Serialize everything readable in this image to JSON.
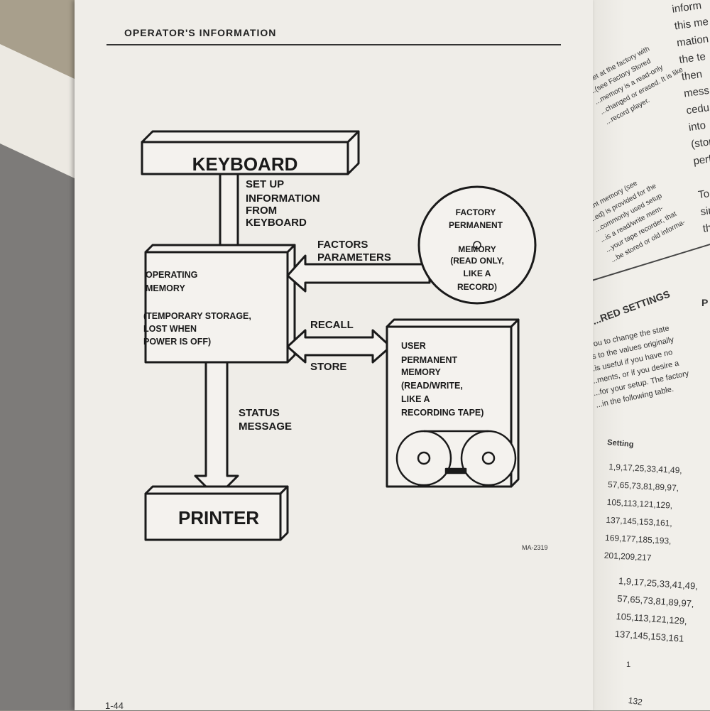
{
  "page_left": {
    "header": "OPERATOR'S INFORMATION",
    "page_number": "1-44",
    "figure_id": "MA-2319"
  },
  "diagram": {
    "keyboard": "KEYBOARD",
    "setup_label": [
      "SET UP",
      "INFORMATION",
      "FROM",
      "KEYBOARD"
    ],
    "operating_memory": [
      "OPERATING",
      "MEMORY",
      "",
      "(TEMPORARY STORAGE,",
      "LOST WHEN",
      "POWER IS OFF)"
    ],
    "factors_label": [
      "FACTORS",
      "PARAMETERS"
    ],
    "factory_memory": [
      "FACTORY",
      "PERMANENT",
      "MEMORY",
      "(READ ONLY,",
      "LIKE A",
      "RECORD)"
    ],
    "recall": "RECALL",
    "store": "STORE",
    "user_memory": [
      "USER",
      "PERMANENT",
      "MEMORY",
      "(READ/WRITE,",
      "LIKE A",
      "RECORDING TAPE)"
    ],
    "status_label": [
      "STATUS",
      "MESSAGE"
    ],
    "printer": "PRINTER"
  },
  "page_right": {
    "col1_top": [
      "...set at the factory with",
      "...(see Factory Stored",
      "...memory is a read-only",
      "...changed or erased. It is like",
      "...record player."
    ],
    "col1_mid": [
      "...ent memory (see",
      "...ed) is provided for the",
      "...commonly used setup",
      "...is a read/write mem-",
      "...your tape recorder, that",
      "...be stored or old informa-"
    ],
    "col2": [
      "inform",
      "this me",
      "mation",
      "the te",
      "then",
      "mess",
      "cedu",
      "into",
      "(stor",
      "perf",
      "",
      "To",
      "sim",
      "the"
    ],
    "section_title": "...RED SETTINGS",
    "section_text": [
      "...you to change the state",
      "...s to the values originally",
      "...is useful if you have no",
      "...ments, or if you desire a",
      "...for your setup. The factory",
      "...in the following table."
    ],
    "table_header": "Setting",
    "table_values_1": [
      "1,9,17,25,33,41,49,",
      "57,65,73,81,89,97,",
      "105,113,121,129,",
      "137,145,153,161,",
      "169,177,185,193,",
      "201,209,217"
    ],
    "table_values_2": [
      "1,9,17,25,33,41,49,",
      "57,65,73,81,89,97,",
      "105,113,121,129,",
      "137,145,153,161"
    ],
    "footnote": "1",
    "page_number": "132",
    "col3_letter": "P"
  }
}
